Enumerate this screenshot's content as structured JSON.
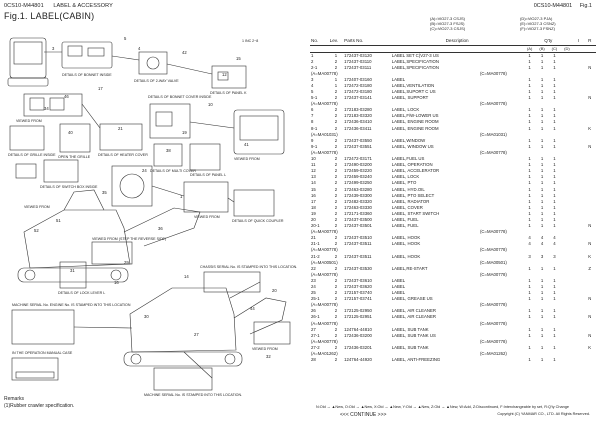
{
  "header": {
    "doc_code": "0CS10-M44801",
    "section": "LABEL & ACCESSORY",
    "title": "Fig.1.  LABEL(CABIN)",
    "right_code": "0CS10-M44801",
    "right_fig": "Fig.1"
  },
  "model_codes": {
    "a": "(A)=ViO27-3 CSJS)",
    "b": "(B)=ViO27-3 FSJS)",
    "c": "(C)=ViO27-3 CSJS)",
    "d": "(D)=ViO27-3 PJA)",
    "e": "(E)=ViO27-3 CSNZ)",
    "f": "(F)=ViO27-3 FSNZ)"
  },
  "diagram": {
    "callouts": {
      "t1": "1 INC 2~8",
      "t2": "DETAILS OF BONNET INSIDE",
      "t3": "DETAILS OF 2-WAY VALVE",
      "t4": "DETAILS OF PANEL K",
      "t5": "VIEWED FROM",
      "t6": "DETAILS OF GRILLE INSIDE",
      "t7": "OPEN THE GRILLE",
      "t8": "DETAILS OF HEATER COVER",
      "t9": "DETAILS OF BONNET COVER INSIDE",
      "t10": "DETAILS OF MULTI COVER",
      "t11": "DETAILS OF PANEL L",
      "t12": "DETAILS OF SWITCH BOX INSIDE",
      "t13": "VIEWED FROM",
      "t14": "VIEWED FROM",
      "t15": "DETAILS OF QUICK COUPLER",
      "t16": "VIEWED FROM (STEP THE REVERSE SIDE)",
      "t17": "DETAILS OF LOCK LEVER L",
      "t18": "CHASSIS SERIAL No. IS STAMPED INTO THIS LOCATION.",
      "t19": "MACHINE SERIAL No. ENGINE No. IS STAMPED INTO THIS LOCATION",
      "t20": "IN THE OPERATION MANUAL CASE",
      "t21": "MACHINE SERIAL No. IS STAMPED INTO THIS LOCATION.",
      "t22": "VIEWED FROM",
      "t23": "VIEWED FROM"
    },
    "numbers": [
      "3",
      "5",
      "4",
      "42",
      "15",
      "10",
      "12",
      "17",
      "46",
      "34",
      "40",
      "19",
      "21",
      "41",
      "38",
      "24",
      "35",
      "51",
      "52",
      "36",
      "1",
      "29",
      "31",
      "14",
      "16",
      "20",
      "44",
      "30",
      "27",
      "32"
    ]
  },
  "table": {
    "headers": {
      "no": "No.",
      "lev": "Lev.",
      "parts_no": "Parts No.",
      "description": "Description",
      "qty": "Q'ty",
      "a": "(A)",
      "b": "(B)",
      "c": "(C)",
      "d": "(D)",
      "i": "I",
      "r": "R"
    },
    "rows": [
      {
        "no": "1",
        "lev": "1",
        "part": "172437-03120",
        "desc": "LABEL SET C(V27-3 US",
        "a": "1",
        "b": "1",
        "c": "1",
        "r": ""
      },
      {
        "no": "2",
        "lev": "2",
        "part": "172437-03110",
        "desc": "LABEL,SPECIFICATION",
        "a": "1",
        "b": "1",
        "c": "1",
        "r": ""
      },
      {
        "no": "2-1",
        "lev": "2",
        "part": "172437-03111",
        "desc": "LABEL,SPECIFICATION",
        "a": "1",
        "b": "1",
        "c": "1",
        "r": "N"
      },
      {
        "remark": "(A=MA00778)",
        "remark2": "(C=MA00778)"
      },
      {
        "no": "3",
        "lev": "1",
        "part": "172407-03160",
        "desc": "LABEL",
        "a": "1",
        "b": "1",
        "c": "1",
        "r": ""
      },
      {
        "no": "4",
        "lev": "1",
        "part": "172472-03180",
        "desc": "LABEL,VENTILATION",
        "a": "1",
        "b": "1",
        "c": "1",
        "r": ""
      },
      {
        "no": "5",
        "lev": "2",
        "part": "172472-03180",
        "desc": "LABEL,SUPORT C US",
        "a": "1",
        "b": "1",
        "c": "1",
        "r": ""
      },
      {
        "no": "5-1",
        "lev": "2",
        "part": "172437-03141",
        "desc": "LABEL, SUPPORT",
        "a": "1",
        "b": "1",
        "c": "1",
        "r": "N"
      },
      {
        "remark": "(A=MA00778)",
        "remark2": "(C=MA00778)"
      },
      {
        "no": "6",
        "lev": "2",
        "part": "172183-03280",
        "desc": "LABEL, LOCK",
        "a": "1",
        "b": "1",
        "c": "1",
        "r": ""
      },
      {
        "no": "7",
        "lev": "2",
        "part": "172183-03320",
        "desc": "LABEL,F/W-LOWER US",
        "a": "1",
        "b": "1",
        "c": "1",
        "r": ""
      },
      {
        "no": "8",
        "lev": "2",
        "part": "172436-03410",
        "desc": "LABEL, ENGINE ROOM",
        "a": "1",
        "b": "1",
        "c": "1",
        "r": ""
      },
      {
        "no": "8-1",
        "lev": "2",
        "part": "172436-03411",
        "desc": "LABEL, ENGINE ROOM",
        "a": "1",
        "b": "1",
        "c": "1",
        "r": "K"
      },
      {
        "remark": "(A=MA01031)",
        "remark2": "(C=MA01031)"
      },
      {
        "no": "9",
        "lev": "2",
        "part": "172437-03550",
        "desc": "LABEL,WINDOW",
        "a": "1",
        "b": "1",
        "c": "1",
        "r": ""
      },
      {
        "no": "9-1",
        "lev": "2",
        "part": "172437-03551",
        "desc": "LABEL, WINDOW US",
        "a": "1",
        "b": "1",
        "c": "1",
        "r": "N"
      },
      {
        "remark": "(A=MA00778)",
        "remark2": "(C=MA00778)"
      },
      {
        "no": "10",
        "lev": "2",
        "part": "172472-03171",
        "desc": "LABEL,FUEL US",
        "a": "1",
        "b": "1",
        "c": "1",
        "r": ""
      },
      {
        "no": "11",
        "lev": "2",
        "part": "172490-03200",
        "desc": "LABEL, OPERATION",
        "a": "1",
        "b": "1",
        "c": "1",
        "r": ""
      },
      {
        "no": "12",
        "lev": "2",
        "part": "172459-03220",
        "desc": "LABEL, ACCELERATOR",
        "a": "1",
        "b": "1",
        "c": "1",
        "r": ""
      },
      {
        "no": "13",
        "lev": "2",
        "part": "172459-03240",
        "desc": "LABEL, LOCK",
        "a": "1",
        "b": "1",
        "c": "1",
        "r": ""
      },
      {
        "no": "14",
        "lev": "2",
        "part": "172499-03250",
        "desc": "LABEL, PTO",
        "a": "1",
        "b": "1",
        "c": "1",
        "r": ""
      },
      {
        "no": "15",
        "lev": "2",
        "part": "172463-03280",
        "desc": "LABEL, HYD.OIL",
        "a": "1",
        "b": "1",
        "c": "1",
        "r": ""
      },
      {
        "no": "16",
        "lev": "2",
        "part": "172439-03300",
        "desc": "LABEL, PTO SELECT",
        "a": "1",
        "b": "1",
        "c": "1",
        "r": ""
      },
      {
        "no": "17",
        "lev": "2",
        "part": "172482-03320",
        "desc": "LABEL, RADIATOR",
        "a": "1",
        "b": "1",
        "c": "1",
        "r": ""
      },
      {
        "no": "18",
        "lev": "2",
        "part": "172463-03330",
        "desc": "LABEL, COVER",
        "a": "1",
        "b": "1",
        "c": "1",
        "r": ""
      },
      {
        "no": "19",
        "lev": "2",
        "part": "172171-03360",
        "desc": "LABEL, START SWITCH",
        "a": "1",
        "b": "1",
        "c": "1",
        "r": ""
      },
      {
        "no": "20",
        "lev": "2",
        "part": "172437-03500",
        "desc": "LABEL, FUEL",
        "a": "1",
        "b": "1",
        "c": "1",
        "r": ""
      },
      {
        "no": "20-1",
        "lev": "2",
        "part": "172437-03501",
        "desc": "LABEL, FUEL",
        "a": "1",
        "b": "1",
        "c": "1",
        "r": "N"
      },
      {
        "remark": "(A=MA00778)",
        "remark2": "(C=MA00778)"
      },
      {
        "no": "21",
        "lev": "2",
        "part": "172437-03510",
        "desc": "LABEL, HOOK",
        "a": "4",
        "b": "4",
        "c": "4",
        "r": ""
      },
      {
        "no": "21-1",
        "lev": "2",
        "part": "172437-03511",
        "desc": "LABEL, HOOK",
        "a": "4",
        "b": "4",
        "c": "4",
        "r": "N"
      },
      {
        "remark": "(A=MA00778)",
        "remark2": "(C=MA00778)"
      },
      {
        "no": "21-2",
        "lev": "2",
        "part": "172437-03511",
        "desc": "LABEL, HOOK",
        "a": "3",
        "b": "3",
        "c": "3",
        "r": "K"
      },
      {
        "remark": "(A=MA00501)",
        "remark2": "(C=MA00501)"
      },
      {
        "no": "22",
        "lev": "2",
        "part": "172437-03530",
        "desc": "LABEL,RE-START",
        "a": "1",
        "b": "1",
        "c": "1",
        "r": "Z"
      },
      {
        "remark": "(A=MA00778)",
        "remark2": "(C=MA00778)"
      },
      {
        "no": "23",
        "lev": "2",
        "part": "172437-03610",
        "desc": "LABEL",
        "a": "1",
        "b": "1",
        "c": "1",
        "r": ""
      },
      {
        "no": "24",
        "lev": "2",
        "part": "172437-03620",
        "desc": "LABEL",
        "a": "1",
        "b": "1",
        "c": "1",
        "r": ""
      },
      {
        "no": "25",
        "lev": "2",
        "part": "172157-03740",
        "desc": "LABEL",
        "a": "1",
        "b": "1",
        "c": "1",
        "r": ""
      },
      {
        "no": "25-1",
        "lev": "2",
        "part": "172157-03741",
        "desc": "LABEL, GREASE US",
        "a": "1",
        "b": "1",
        "c": "1",
        "r": "N"
      },
      {
        "remark": "(A=MA00778)",
        "remark2": "(C=MA00778)"
      },
      {
        "no": "26",
        "lev": "2",
        "part": "172125-02950",
        "desc": "LABEL, AIR CLEANER",
        "a": "1",
        "b": "1",
        "c": "1",
        "r": ""
      },
      {
        "no": "26-1",
        "lev": "2",
        "part": "172125-02951",
        "desc": "LABEL, AIR CLEANER",
        "a": "1",
        "b": "1",
        "c": "1",
        "r": "N"
      },
      {
        "remark": "(A=MA00778)",
        "remark2": "(C=MA00778)"
      },
      {
        "no": "27",
        "lev": "2",
        "part": "124764-44810",
        "desc": "LABEL, SUB TANK",
        "a": "1",
        "b": "1",
        "c": "1",
        "r": ""
      },
      {
        "no": "27-1",
        "lev": "2",
        "part": "172436-03200",
        "desc": "LABEL, SUB TANK US",
        "a": "1",
        "b": "1",
        "c": "1",
        "r": "N"
      },
      {
        "remark": "(A=MA00778)",
        "remark2": "(C=MA00778)"
      },
      {
        "no": "27-2",
        "lev": "2",
        "part": "172436-03201",
        "desc": "LABEL, SUB TANK",
        "a": "1",
        "b": "1",
        "c": "1",
        "r": "K"
      },
      {
        "remark": "(A=MA01262)",
        "remark2": "(C=MA01262)"
      },
      {
        "no": "28",
        "lev": "2",
        "part": "124764-44920",
        "desc": "LABEL, ANTI-FREEZING",
        "a": "1",
        "b": "1",
        "c": "1",
        "r": ""
      }
    ]
  },
  "footer": {
    "remarks_title": "Remarks",
    "remarks_line": "(1)Rubber crawler specification.",
    "legend": "N:Old → ▲New, O:Old → ▲New, X:Old → ▲New, Y:Old → ▲New, Z:Old → ▲New, W:Add, Z:Discontinued, F:Interchangeable by set, R:Q'ty Change",
    "continue": "CONTINUE",
    "copyright": "Copyright (C) YANMAR CO., LTD. All Rights Reserved."
  }
}
